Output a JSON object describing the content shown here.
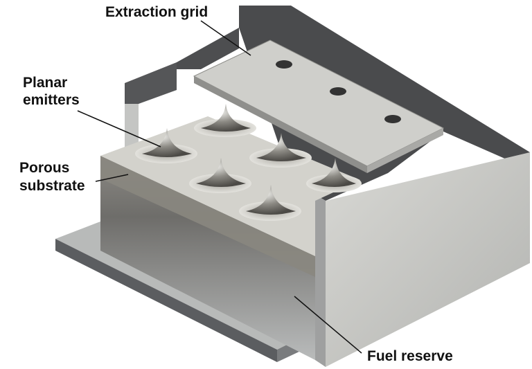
{
  "labels": {
    "extraction_grid": "Extraction grid",
    "planar_emitters_line1": "Planar",
    "planar_emitters_line2": "emitters",
    "porous_substrate_line1": "Porous",
    "porous_substrate_line2": "substrate",
    "fuel_reserve": "Fuel reserve"
  },
  "colors": {
    "housing_dark": "#4a4b4d",
    "housing_light": "#c9c9c4",
    "grid": "#cfcfcb",
    "substrate": "#8a8780",
    "emitter": "#9a9892"
  }
}
